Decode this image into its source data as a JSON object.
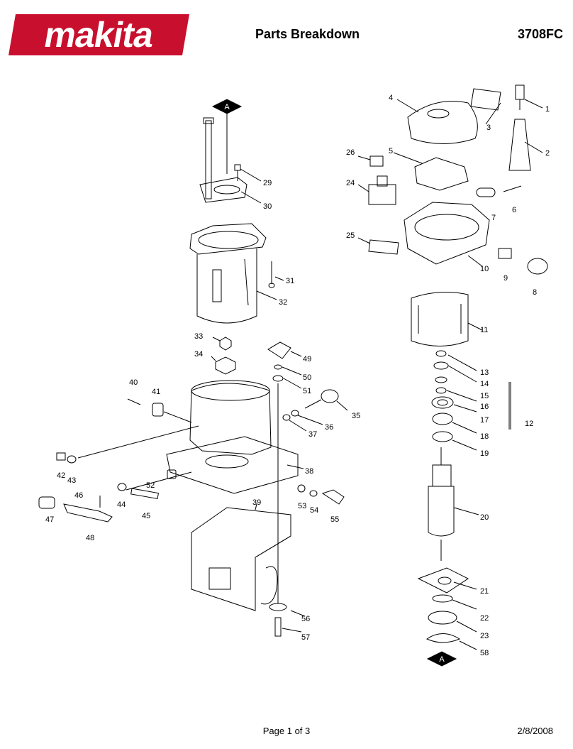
{
  "header": {
    "brand": "makita",
    "registered": "®",
    "title": "Parts Breakdown",
    "model": "3708FC"
  },
  "marker_label": "A",
  "part_numbers": [
    "1",
    "2",
    "3",
    "4",
    "5",
    "6",
    "7",
    "8",
    "9",
    "10",
    "11",
    "12",
    "13",
    "14",
    "15",
    "16",
    "17",
    "18",
    "19",
    "20",
    "21",
    "22",
    "23",
    "24",
    "25",
    "26",
    "29",
    "30",
    "31",
    "32",
    "33",
    "34",
    "35",
    "36",
    "37",
    "38",
    "39",
    "40",
    "41",
    "42",
    "43",
    "44",
    "45",
    "46",
    "47",
    "48",
    "49",
    "50",
    "51",
    "52",
    "53",
    "54",
    "55",
    "56",
    "57",
    "58"
  ],
  "footer": {
    "page": "Page 1 of 3",
    "date": "2/8/2008"
  },
  "colors": {
    "brand_red": "#c8102e",
    "line": "#000000"
  }
}
